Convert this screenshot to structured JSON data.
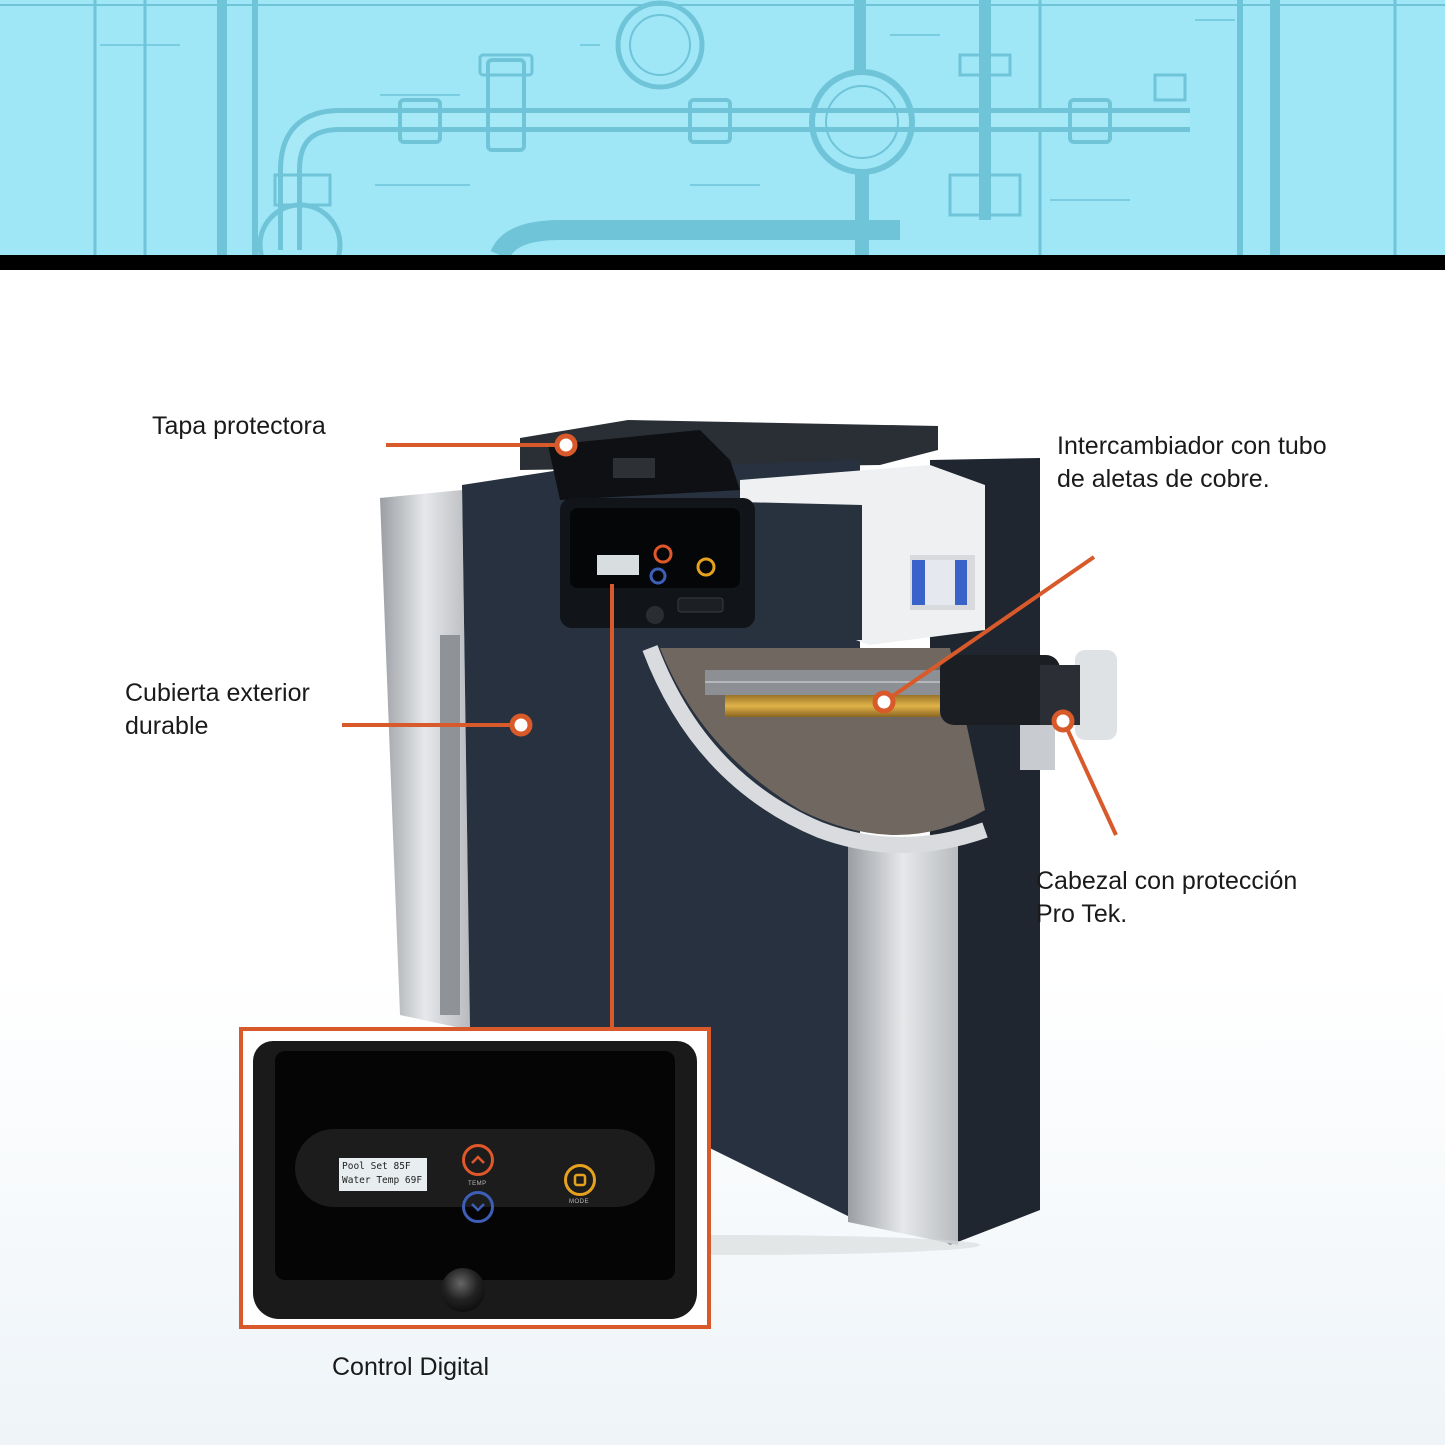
{
  "labels": {
    "protective_cover": "Tapa protectora",
    "heat_exchanger": "Intercambiador con tubo\nde aletas de cobre.",
    "exterior_cabinet": "Cubierta exterior\ndurable",
    "header": "Cabezal con protección\nPro Tek.",
    "digital_control": "Control Digital"
  },
  "control_panel": {
    "lcd_line1": "Pool Set  85F",
    "lcd_line2": "Water Temp  69F",
    "temp_caption": "TEMP",
    "mode_caption": "MODE",
    "up_icon": "chevron-up-icon",
    "down_icon": "chevron-down-icon",
    "mode_icon": "mode-square-icon"
  },
  "colors": {
    "accent": "#d85a2a",
    "banner": "#9fe6f7",
    "cabinet": "#27313f",
    "up_button": "#e0572a",
    "down_button": "#3d5fb8",
    "mode_button": "#e6a21e"
  }
}
